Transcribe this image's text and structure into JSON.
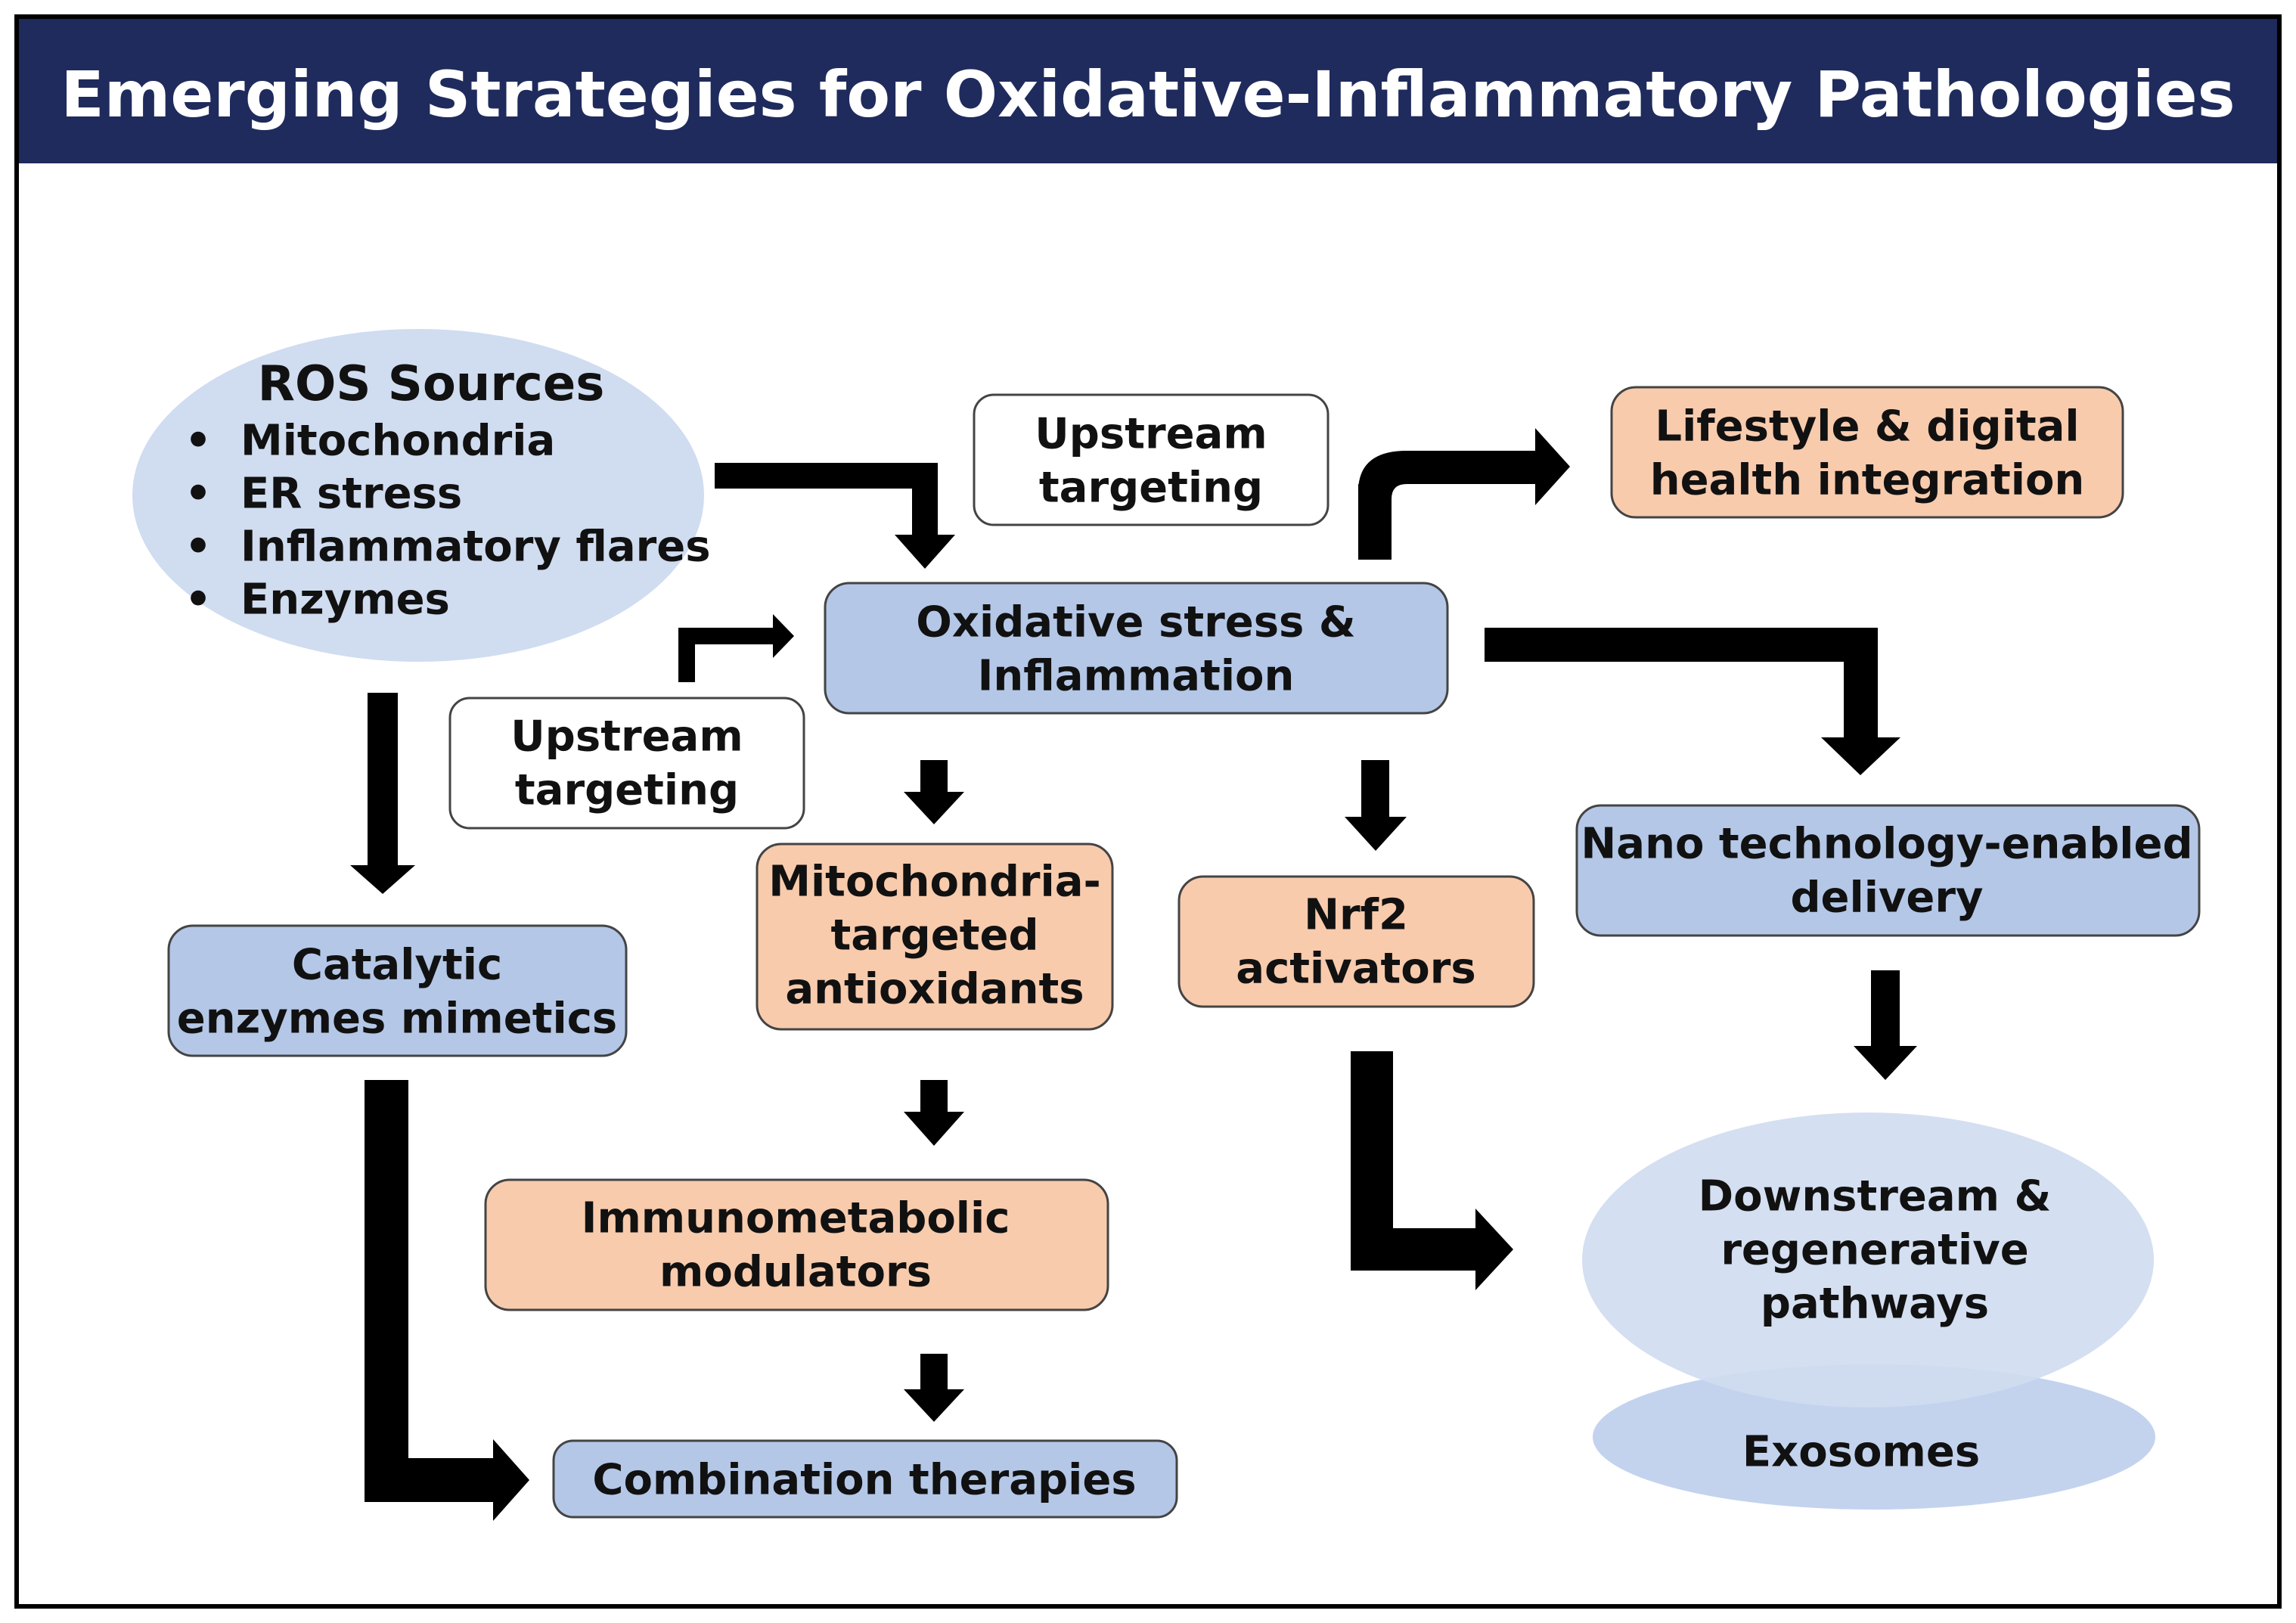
{
  "title": "Emerging Strategies for Oxidative-Inflammatory Pathologies",
  "colors": {
    "title_bar": "#1f2b5c",
    "blue_box": "#b4c7e7",
    "orange_box": "#f8cbad",
    "light_ellipse": "#d0dcf0",
    "arrow": "#000000",
    "border": "#000000"
  },
  "ros_sources": {
    "title": "ROS Sources",
    "bullet": "•",
    "items": [
      "Mitochondria",
      "ER stress",
      "Inflammatory flares",
      "Enzymes"
    ]
  },
  "nodes": {
    "upstream_top": [
      "Upstream",
      "targeting"
    ],
    "upstream_left": [
      "Upstream",
      "targeting"
    ],
    "lifestyle": [
      "Lifestyle & digital",
      "health integration"
    ],
    "oxidative": [
      "Oxidative stress &",
      "Inflammation"
    ],
    "catalytic": [
      "Catalytic",
      "enzymes mimetics"
    ],
    "mito_targeted": [
      "Mitochondria-",
      "targeted",
      "antioxidants"
    ],
    "nrf2": [
      "Nrf2",
      "activators"
    ],
    "nano": [
      "Nano technology-enabled",
      "delivery"
    ],
    "immuno": [
      "Immunometabolic",
      "modulators"
    ],
    "combination": [
      "Combination therapies"
    ],
    "downstream": [
      "Downstream &",
      "regenerative",
      "pathways"
    ],
    "exosomes": [
      "Exosomes"
    ]
  }
}
